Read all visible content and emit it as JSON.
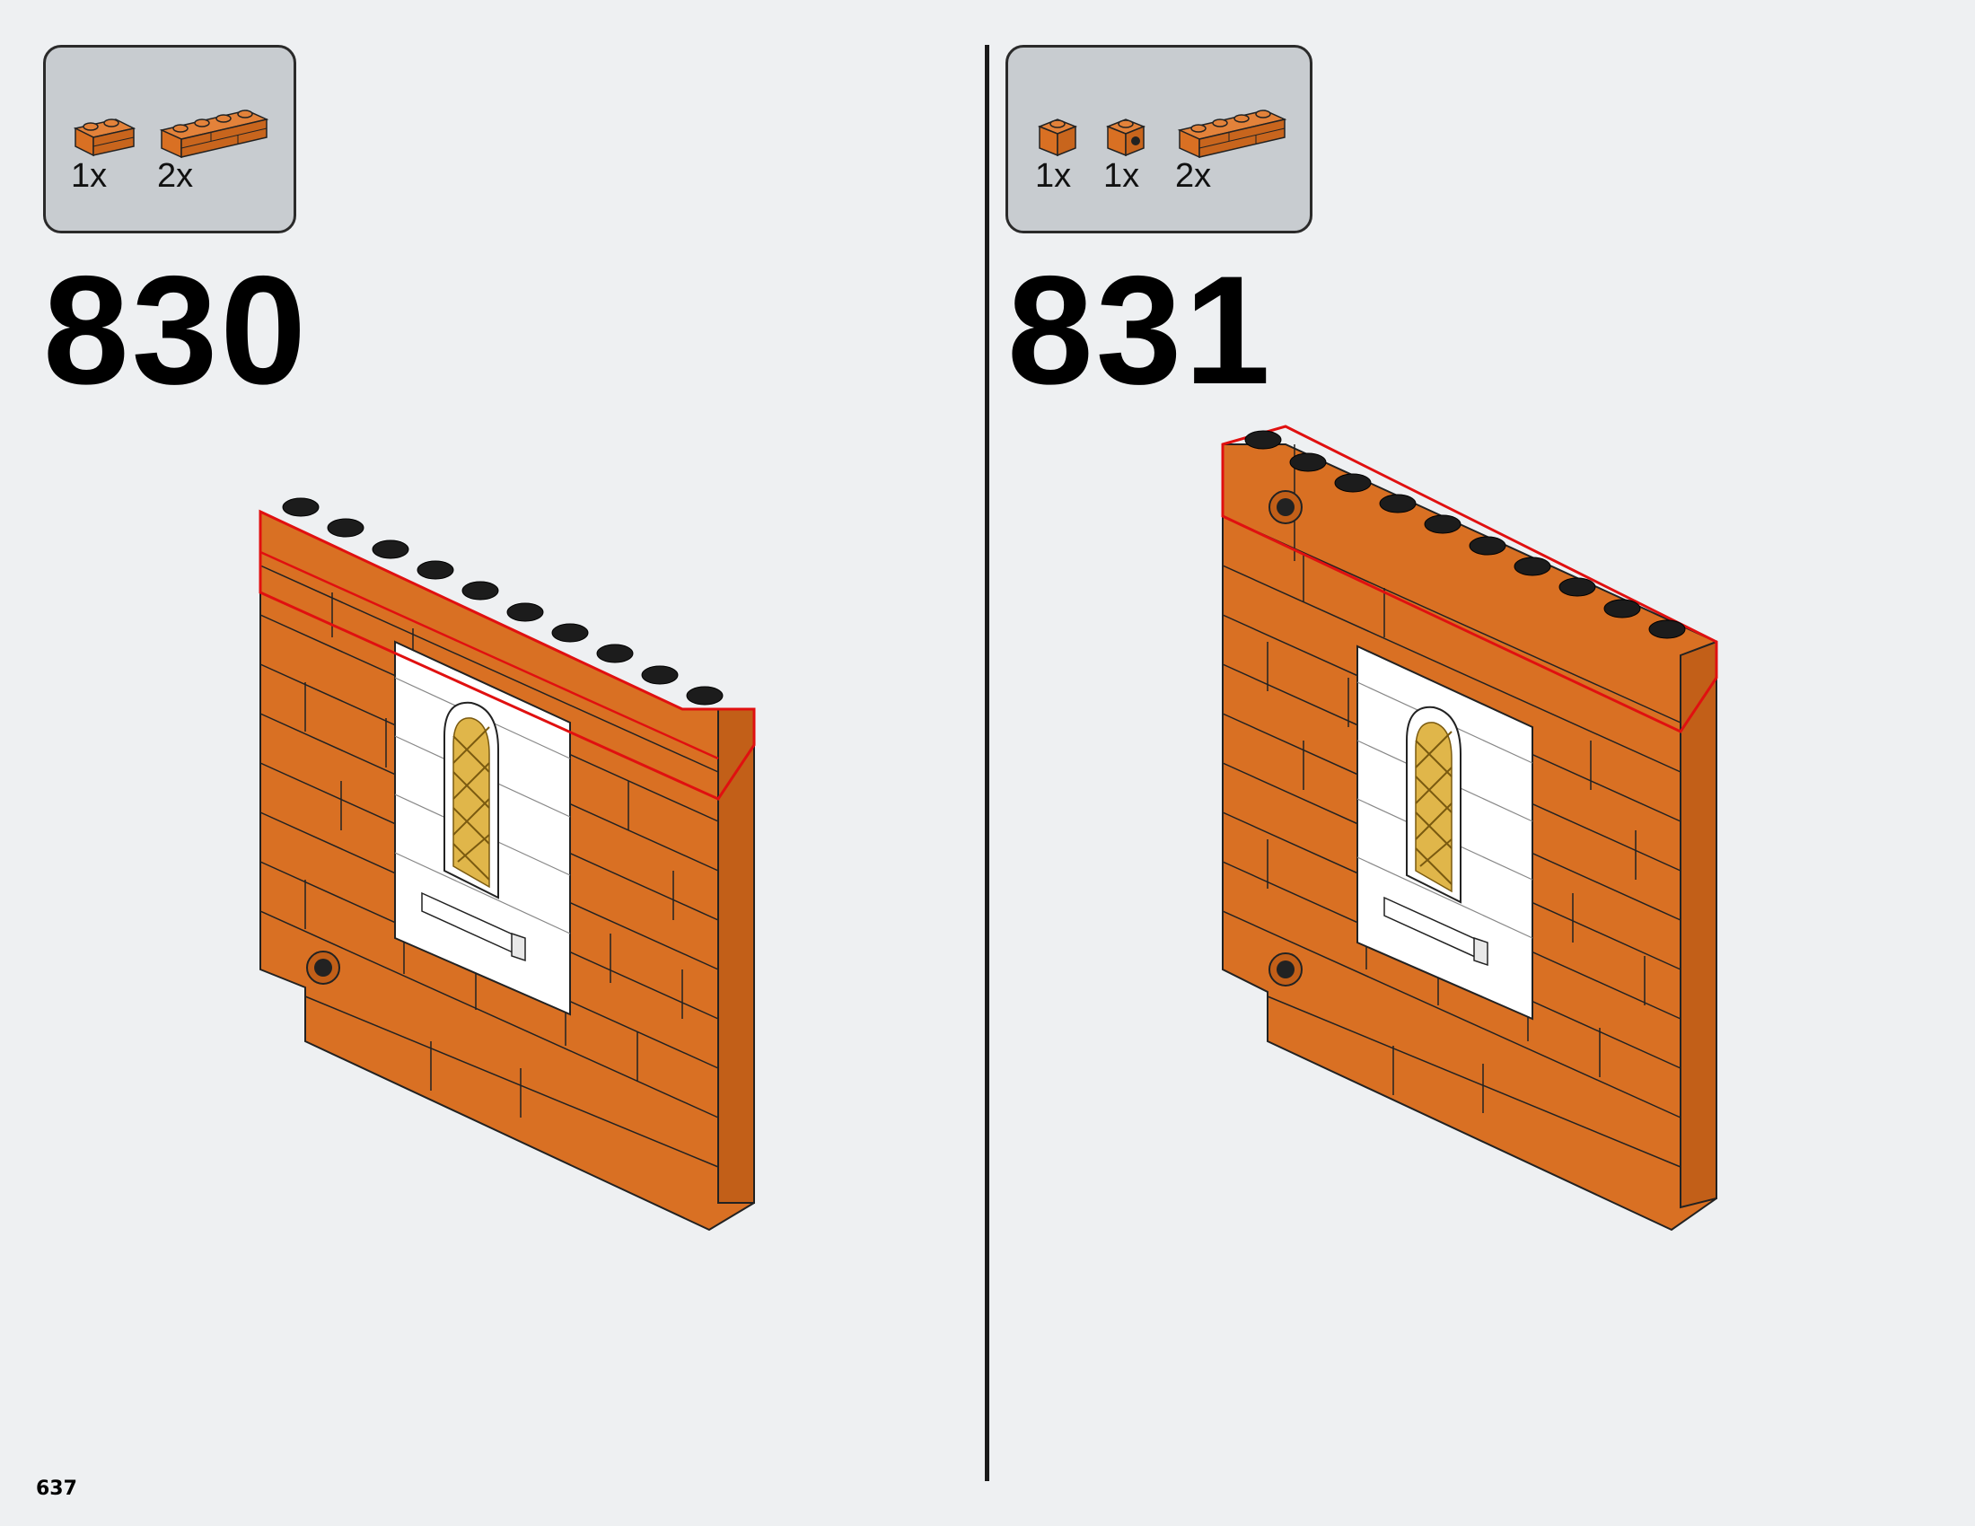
{
  "steps": [
    {
      "number": "830",
      "parts": [
        {
          "qty": "1x",
          "icon": "brick-1x2-masonry-orange-icon"
        },
        {
          "qty": "2x",
          "icon": "brick-1x4-masonry-orange-icon"
        }
      ]
    },
    {
      "number": "831",
      "parts": [
        {
          "qty": "1x",
          "icon": "brick-1x1-orange-icon"
        },
        {
          "qty": "1x",
          "icon": "brick-1x1-technic-hole-orange-icon"
        },
        {
          "qty": "2x",
          "icon": "brick-1x4-masonry-orange-icon"
        }
      ]
    }
  ],
  "page_number": "637",
  "colors": {
    "brick_orange": "#d97023",
    "brick_orange_dark": "#b85a16",
    "window_white": "#ffffff",
    "lattice_gold": "#e0b64a",
    "highlight_red": "#e01010",
    "background": "#eef0f2",
    "parts_box": "#c8ccd0"
  }
}
